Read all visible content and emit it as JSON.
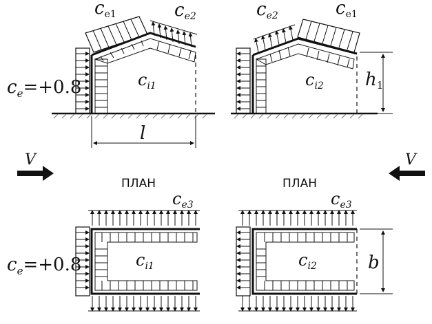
{
  "labels": {
    "ce_left_top": "c",
    "ce_left_top_sub": "e",
    "ce_value": "=+0.8",
    "ce1": "c",
    "ce1_sub": "e1",
    "ce2": "c",
    "ce2_sub": "e2",
    "ce3": "c",
    "ce3_sub": "e3",
    "ci1": "c",
    "ci1_sub": "i1",
    "ci2": "c",
    "ci2_sub": "i2",
    "h1": "h",
    "h1_sub": "1",
    "l": "l",
    "b": "b",
    "V": "V",
    "plan": "ПЛАН"
  },
  "colors": {
    "line": "#1a1a1a",
    "hatch": "#555555",
    "background": "#ffffff"
  },
  "icons": [
    "wind-arrow-right-icon",
    "wind-arrow-left-icon",
    "pressure-arrow-icon",
    "suction-arrow-icon"
  ]
}
